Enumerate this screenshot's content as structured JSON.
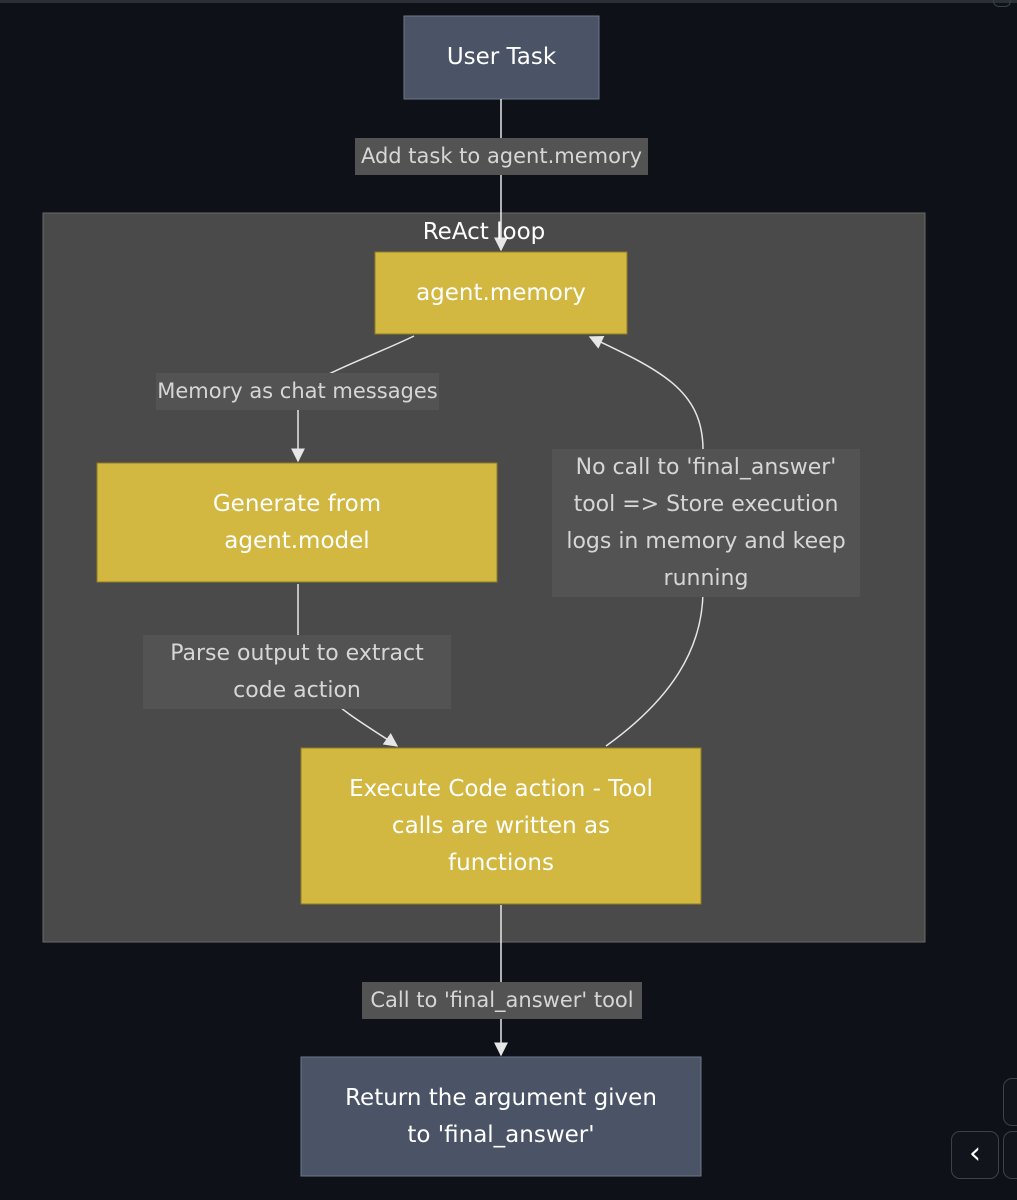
{
  "diagram": {
    "subgraph_title": "ReAct loop",
    "nodes": {
      "user_task": "User Task",
      "agent_memory": "agent.memory",
      "generate": "Generate from\nagent.model",
      "execute": "Execute Code action - Tool\ncalls are written as\nfunctions",
      "return_arg": "Return the argument given\nto 'final_answer'"
    },
    "edge_labels": {
      "add_task": "Add task to agent.memory",
      "memory_as_chat": "Memory as chat messages",
      "parse_output": "Parse output to extract\ncode action",
      "no_call": "No call to 'final_answer'\ntool => Store execution\nlogs in memory and keep\nrunning",
      "call_final": "Call to 'final_answer' tool"
    }
  },
  "colors": {
    "background": "#0e1117",
    "subgraph_fill": "#4a4a4a",
    "loop_node_fill": "#d2b740",
    "io_node_fill": "#4b5366",
    "edge_label_fill": "#535353",
    "edge_stroke": "#e6e6e6"
  },
  "controls": {
    "prev_icon": "chevron-left-icon",
    "prev_glyph": "‹"
  }
}
